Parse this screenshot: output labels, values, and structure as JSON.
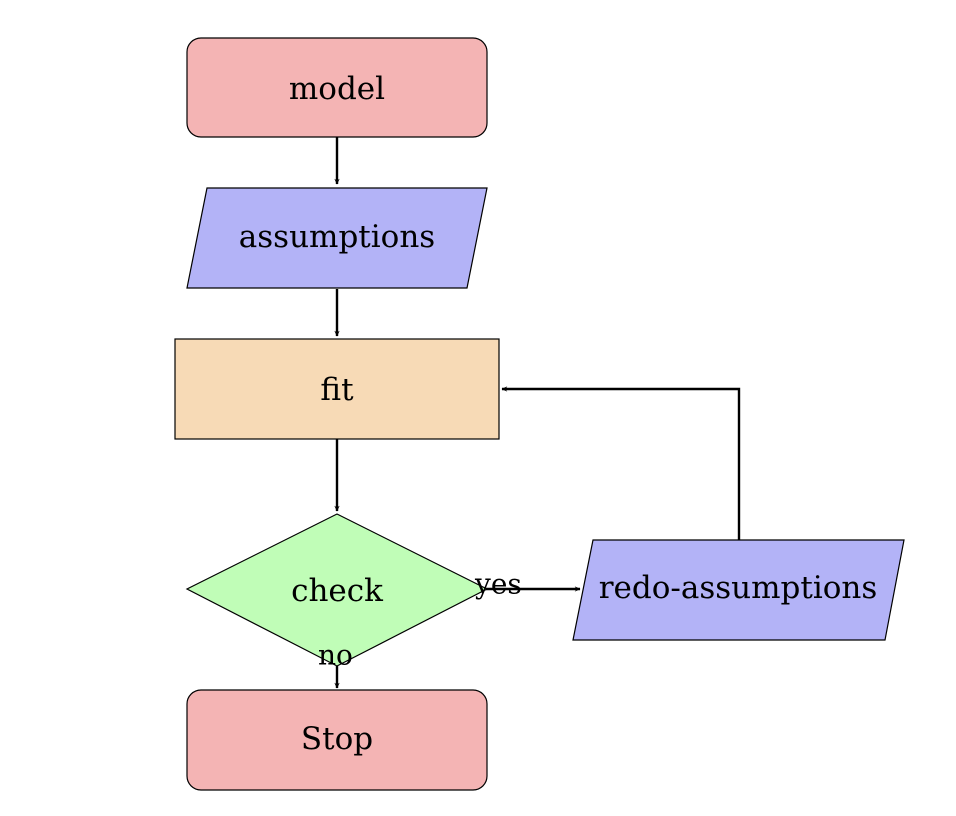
{
  "nodes": {
    "model": {
      "label": "model",
      "shape": "rounded-rectangle",
      "color": "#f4b4b4"
    },
    "assumptions": {
      "label": "assumptions",
      "shape": "parallelogram",
      "color": "#b3b3f7"
    },
    "fit": {
      "label": "fit",
      "shape": "rectangle",
      "color": "#f7dab6"
    },
    "check": {
      "label": "check",
      "shape": "diamond",
      "color": "#c0fdb7"
    },
    "redo_assumptions": {
      "label": "redo-assumptions",
      "shape": "parallelogram",
      "color": "#b3b3f7"
    },
    "stop": {
      "label": "Stop",
      "shape": "rounded-rectangle",
      "color": "#f4b4b4"
    }
  },
  "edges": {
    "check_to_redo": {
      "label": "yes"
    },
    "check_to_stop": {
      "label": "no"
    }
  }
}
